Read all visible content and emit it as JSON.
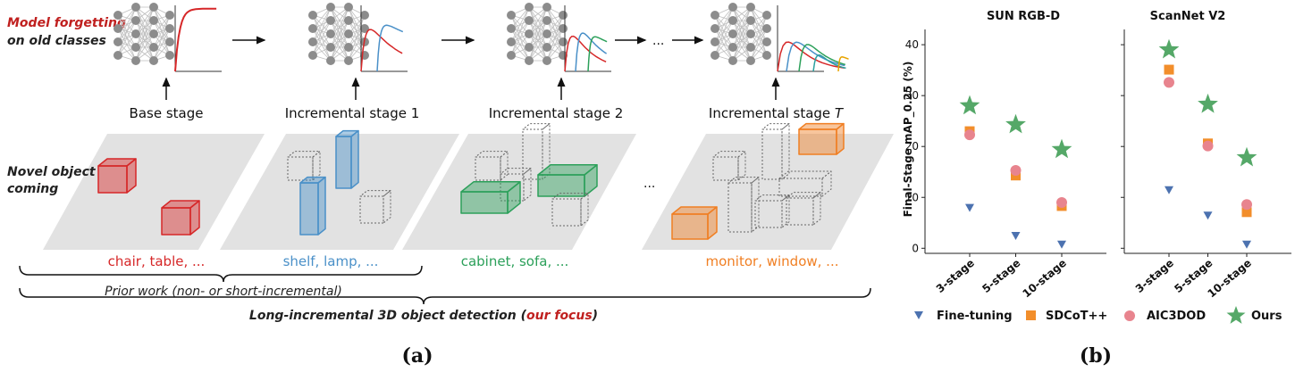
{
  "panel_a": {
    "forgetting_label_line1": "Model forgetting",
    "forgetting_label_line2": "on old classes",
    "stages": [
      "Base stage",
      "Incremental stage 1",
      "Incremental stage 2",
      "Incremental stage "
    ],
    "stage_T_var": "T",
    "ellipsis": "...",
    "novel_line1": "Novel object",
    "novel_line2": "coming",
    "class_labels": [
      "chair, table, ...",
      "shelf, lamp, ...",
      "cabinet, sofa, ...",
      "monitor, window, ..."
    ],
    "prior_work": "Prior work (non- or short-incremental)",
    "long_inc_part1": "Long-incremental 3D object detection (",
    "long_inc_focus": "our focus",
    "long_inc_part2": ")",
    "caption": "(a)"
  },
  "panel_b": {
    "ylabel": "Final-Stage mAP_0.25 (%)",
    "caption": "(b)",
    "legend": [
      "Fine-tuning",
      "SDCoT++",
      "AIC3DOD",
      "Ours"
    ]
  },
  "colors": {
    "red": "#d62728",
    "blue": "#4a90c8",
    "green": "#2ca05a",
    "orange": "#f07f23",
    "ft": "#4c72b0",
    "sdcot": "#f28e2b",
    "aic": "#e8848e",
    "ours": "#55a868"
  },
  "chart_data": [
    {
      "type": "scatter",
      "title": "SUN RGB-D",
      "ylabel": "Final-Stage mAP_0.25 (%)",
      "categories": [
        "3-stage",
        "5-stage",
        "10-stage"
      ],
      "ylim": [
        -1,
        43
      ],
      "yticks": [
        0,
        10,
        20,
        30,
        40
      ],
      "grid": false,
      "series": [
        {
          "name": "Fine-tuning",
          "values": [
            8.0,
            2.5,
            0.8
          ]
        },
        {
          "name": "SDCoT++",
          "values": [
            23.0,
            14.3,
            8.3
          ]
        },
        {
          "name": "AIC3DOD",
          "values": [
            22.3,
            15.3,
            9.0
          ]
        },
        {
          "name": "Ours",
          "values": [
            28.0,
            24.3,
            19.4
          ]
        }
      ]
    },
    {
      "type": "scatter",
      "title": "ScanNet V2",
      "categories": [
        "3-stage",
        "5-stage",
        "10-stage"
      ],
      "ylim": [
        -1,
        43
      ],
      "grid": false,
      "series": [
        {
          "name": "Fine-tuning",
          "values": [
            11.5,
            6.5,
            0.8
          ]
        },
        {
          "name": "SDCoT++",
          "values": [
            35.1,
            20.6,
            7.1
          ]
        },
        {
          "name": "AIC3DOD",
          "values": [
            32.6,
            20.1,
            8.6
          ]
        },
        {
          "name": "Ours",
          "values": [
            39.0,
            28.3,
            17.8
          ]
        }
      ]
    }
  ]
}
